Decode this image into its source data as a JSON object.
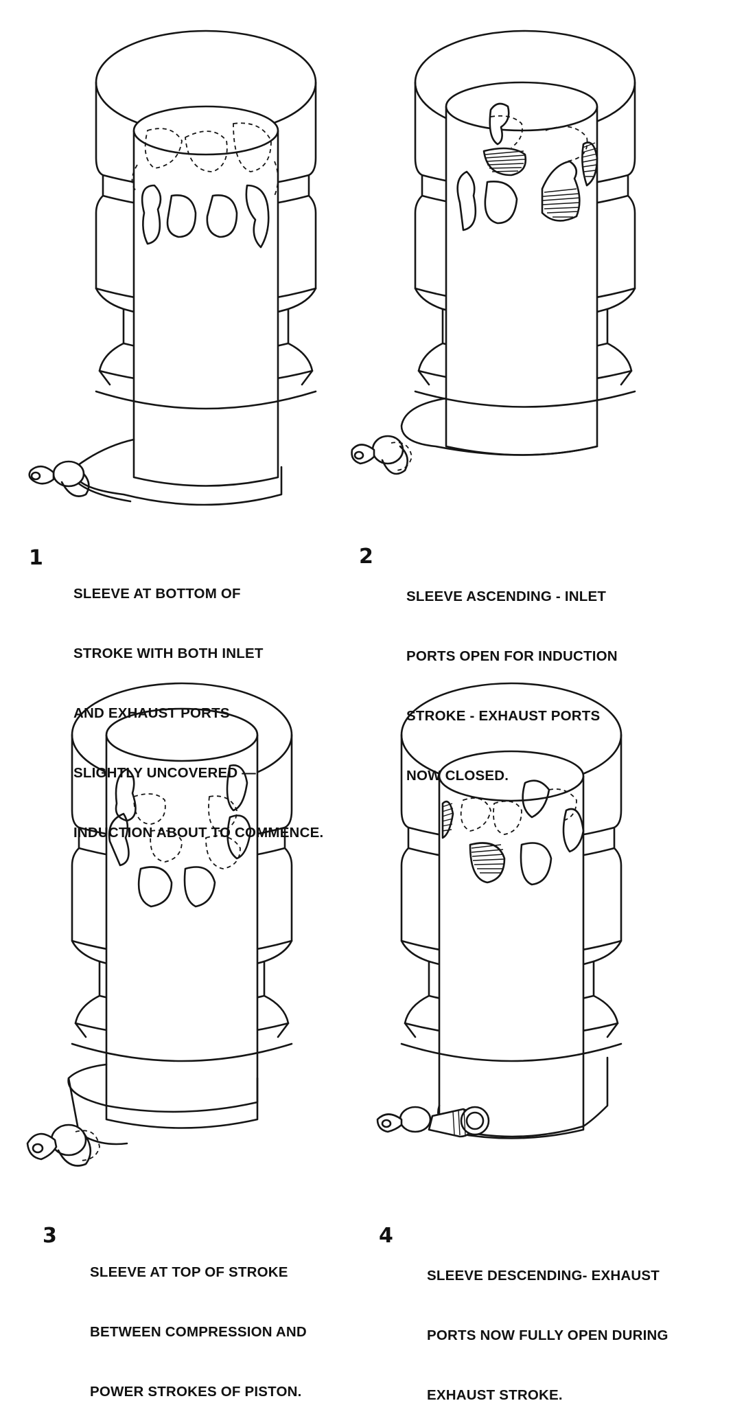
{
  "panels": [
    {
      "number": "1",
      "caption": [
        "SLEEVE AT BOTTOM OF",
        "STROKE WITH BOTH INLET",
        "AND EXHAUST PORTS",
        "SLIGHTLY UNCOVERED —",
        "INDUCTION ABOUT TO COMMENCE."
      ]
    },
    {
      "number": "2",
      "caption": [
        "SLEEVE ASCENDING - INLET",
        "PORTS OPEN FOR INDUCTION",
        "STROKE - EXHAUST PORTS",
        "NOW CLOSED."
      ]
    },
    {
      "number": "3",
      "caption": [
        "SLEEVE AT TOP OF STROKE",
        "BETWEEN COMPRESSION AND",
        "POWER STROKES OF PISTON."
      ]
    },
    {
      "number": "4",
      "caption": [
        "SLEEVE DESCENDING- EXHAUST",
        "PORTS NOW FULLY OPEN DURING",
        "EXHAUST STROKE."
      ]
    }
  ],
  "colors": {
    "ink": "#151515",
    "paper": "#ffffff"
  }
}
